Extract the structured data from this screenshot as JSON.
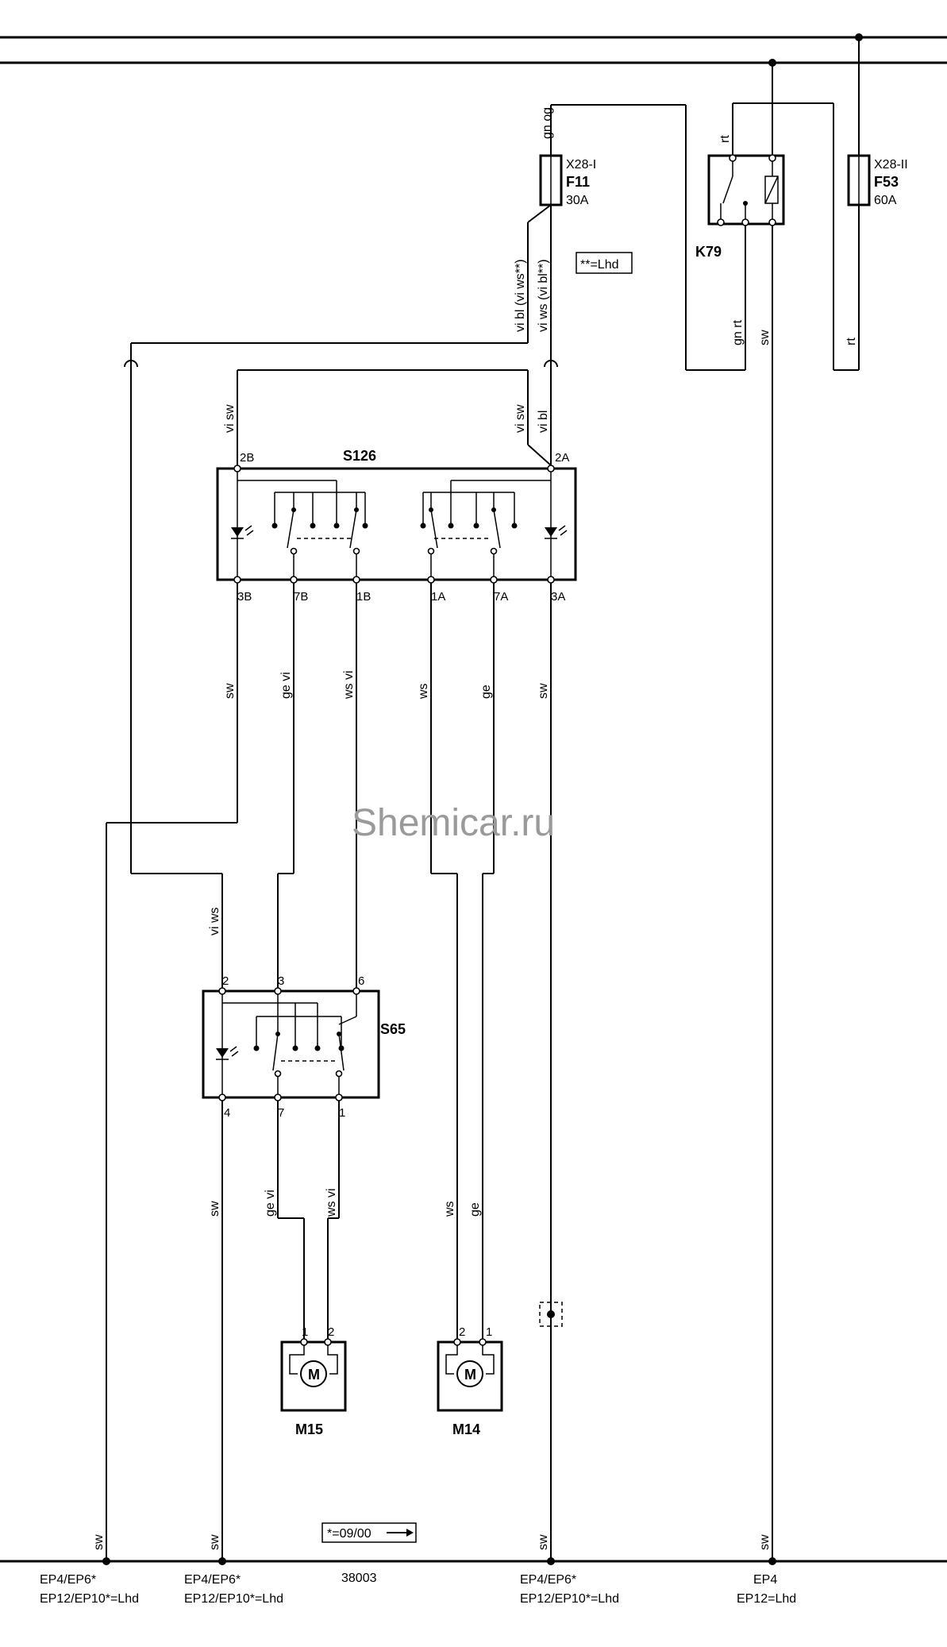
{
  "watermark": "Shemicar.ru",
  "components": {
    "f11": {
      "conn": "X28-I",
      "name": "F11",
      "rating": "30A"
    },
    "f53": {
      "conn": "X28-II",
      "name": "F53",
      "rating": "60A"
    },
    "k79": {
      "name": "K79"
    },
    "s126": {
      "name": "S126"
    },
    "s65": {
      "name": "S65"
    },
    "m15": {
      "name": "M15",
      "symbol": "M"
    },
    "m14": {
      "name": "M14",
      "symbol": "M"
    }
  },
  "notes": {
    "lhd": "**=Lhd",
    "date": "*=09/00",
    "diagram_number": "38003"
  },
  "wires": {
    "gn_og": "gn og",
    "rt_k79": "rt",
    "gn_rt": "gn rt",
    "sw_k79": "sw",
    "rt_f53": "rt",
    "vi_bl_vi_ws": "vi bl (vi ws**)",
    "vi_ws_vi_bl": "vi ws (vi bl**)",
    "vi_sw": "vi sw",
    "vi_bl": "vi bl",
    "s126_sw_left": "sw",
    "ge_vi": "ge vi",
    "ws_vi": "ws vi",
    "ws": "ws",
    "ge": "ge",
    "s126_sw_right": "sw",
    "vi_ws": "vi ws",
    "s65_sw": "sw",
    "m15_ge_vi": "ge vi",
    "m15_ws_vi": "ws vi",
    "m14_ws": "ws",
    "m14_ge": "ge",
    "gnd1": "sw",
    "gnd2": "sw",
    "gnd3": "sw",
    "gnd4": "sw"
  },
  "pins": {
    "s126_2b": "2B",
    "s126_2a": "2A",
    "s126_3b": "3B",
    "s126_7b": "7B",
    "s126_1b": "1B",
    "s126_1a": "1A",
    "s126_7a": "7A",
    "s126_3a": "3A",
    "s65_2": "2",
    "s65_3": "3",
    "s65_6": "6",
    "s65_4": "4",
    "s65_7": "7",
    "s65_1": "1",
    "m15_1": "1",
    "m15_2": "2",
    "m14_2": "2",
    "m14_1": "1"
  },
  "ground_points": [
    {
      "line1": "EP4/EP6*",
      "line2": "EP12/EP10*=Lhd"
    },
    {
      "line1": "EP4/EP6*",
      "line2": "EP12/EP10*=Lhd"
    },
    {
      "line1": "EP4/EP6*",
      "line2": "EP12/EP10*=Lhd"
    },
    {
      "line1": "EP4",
      "line2": "EP12=Lhd"
    }
  ]
}
